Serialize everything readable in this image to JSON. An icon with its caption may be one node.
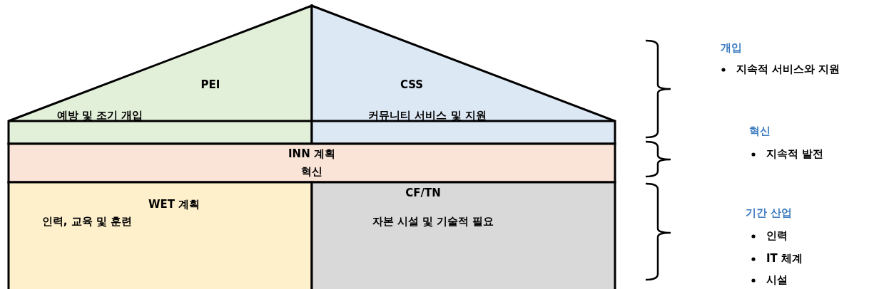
{
  "diagram": {
    "nodes": [
      {
        "text": [
          "PEI",
          "예방 및 조기 개입"
        ]
      },
      {
        "text": [
          "CSS",
          "커뮤니티 서비스 및 지원"
        ]
      },
      {
        "text": [
          "INN 계획",
          "혁신"
        ]
      },
      {
        "text": [
          "WET 계획",
          "인력, 교육 및 훈련"
        ]
      },
      {
        "text": [
          "CF/TN",
          "자본 시설 및 기술적 필요"
        ]
      }
    ],
    "labels": [
      "개입",
      "지속적 서비스와 지원",
      "혁신",
      "지속적 발전",
      "기간 산업",
      "인력",
      "IT 체계",
      "시설"
    ]
  }
}
